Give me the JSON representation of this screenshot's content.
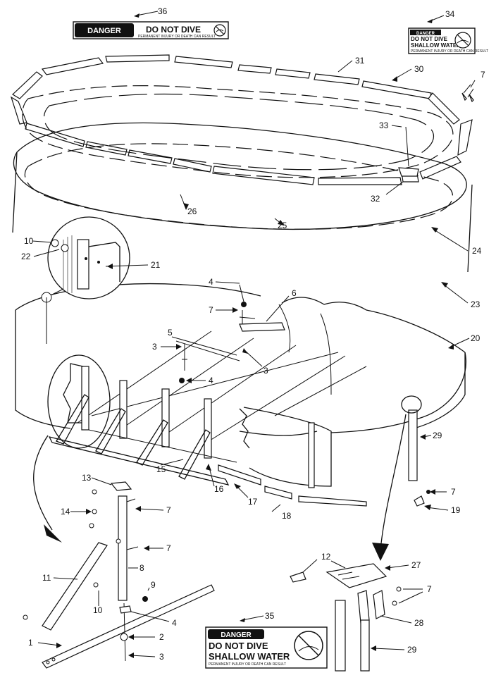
{
  "callouts": {
    "p1": "1",
    "p2": "2",
    "p3": "3",
    "p3b": "3",
    "p3c": "3",
    "p4": "4",
    "p4b": "4",
    "p4c": "4",
    "p5": "5",
    "p6": "6",
    "p7a": "7",
    "p7b": "7",
    "p7c": "7",
    "p7d": "7",
    "p7e": "7",
    "p7f": "7",
    "p8": "8",
    "p9": "9",
    "p10a": "10",
    "p10b": "10",
    "p11": "11",
    "p12": "12",
    "p13": "13",
    "p14": "14",
    "p15": "15",
    "p16": "16",
    "p17": "17",
    "p18": "18",
    "p19": "19",
    "p20": "20",
    "p21": "21",
    "p22": "22",
    "p23": "23",
    "p24": "24",
    "p25": "25",
    "p26": "26",
    "p27": "27",
    "p28": "28",
    "p29a": "29",
    "p29b": "29",
    "p30": "30",
    "p31": "31",
    "p32": "32",
    "p33": "33",
    "p34": "34",
    "p35": "35",
    "p36": "36"
  },
  "signs": {
    "sign36": {
      "badge": "DANGER",
      "text": "DO NOT DIVE",
      "fine": "PERMANENT INJURY OR DEATH CAN RESULT"
    },
    "sign34": {
      "badge": "DANGER",
      "line1": "DO NOT DIVE",
      "line2": "SHALLOW WATER",
      "fine": "PERMANENT INJURY OR DEATH CAN RESULT"
    },
    "sign35": {
      "badge": "DANGER",
      "line1": "DO NOT DIVE",
      "line2": "SHALLOW WATER",
      "fine": "PERMANENT INJURY OR DEATH CAN RESULT"
    }
  },
  "icons": {
    "no-dive": "circle-slash-diver-icon"
  }
}
